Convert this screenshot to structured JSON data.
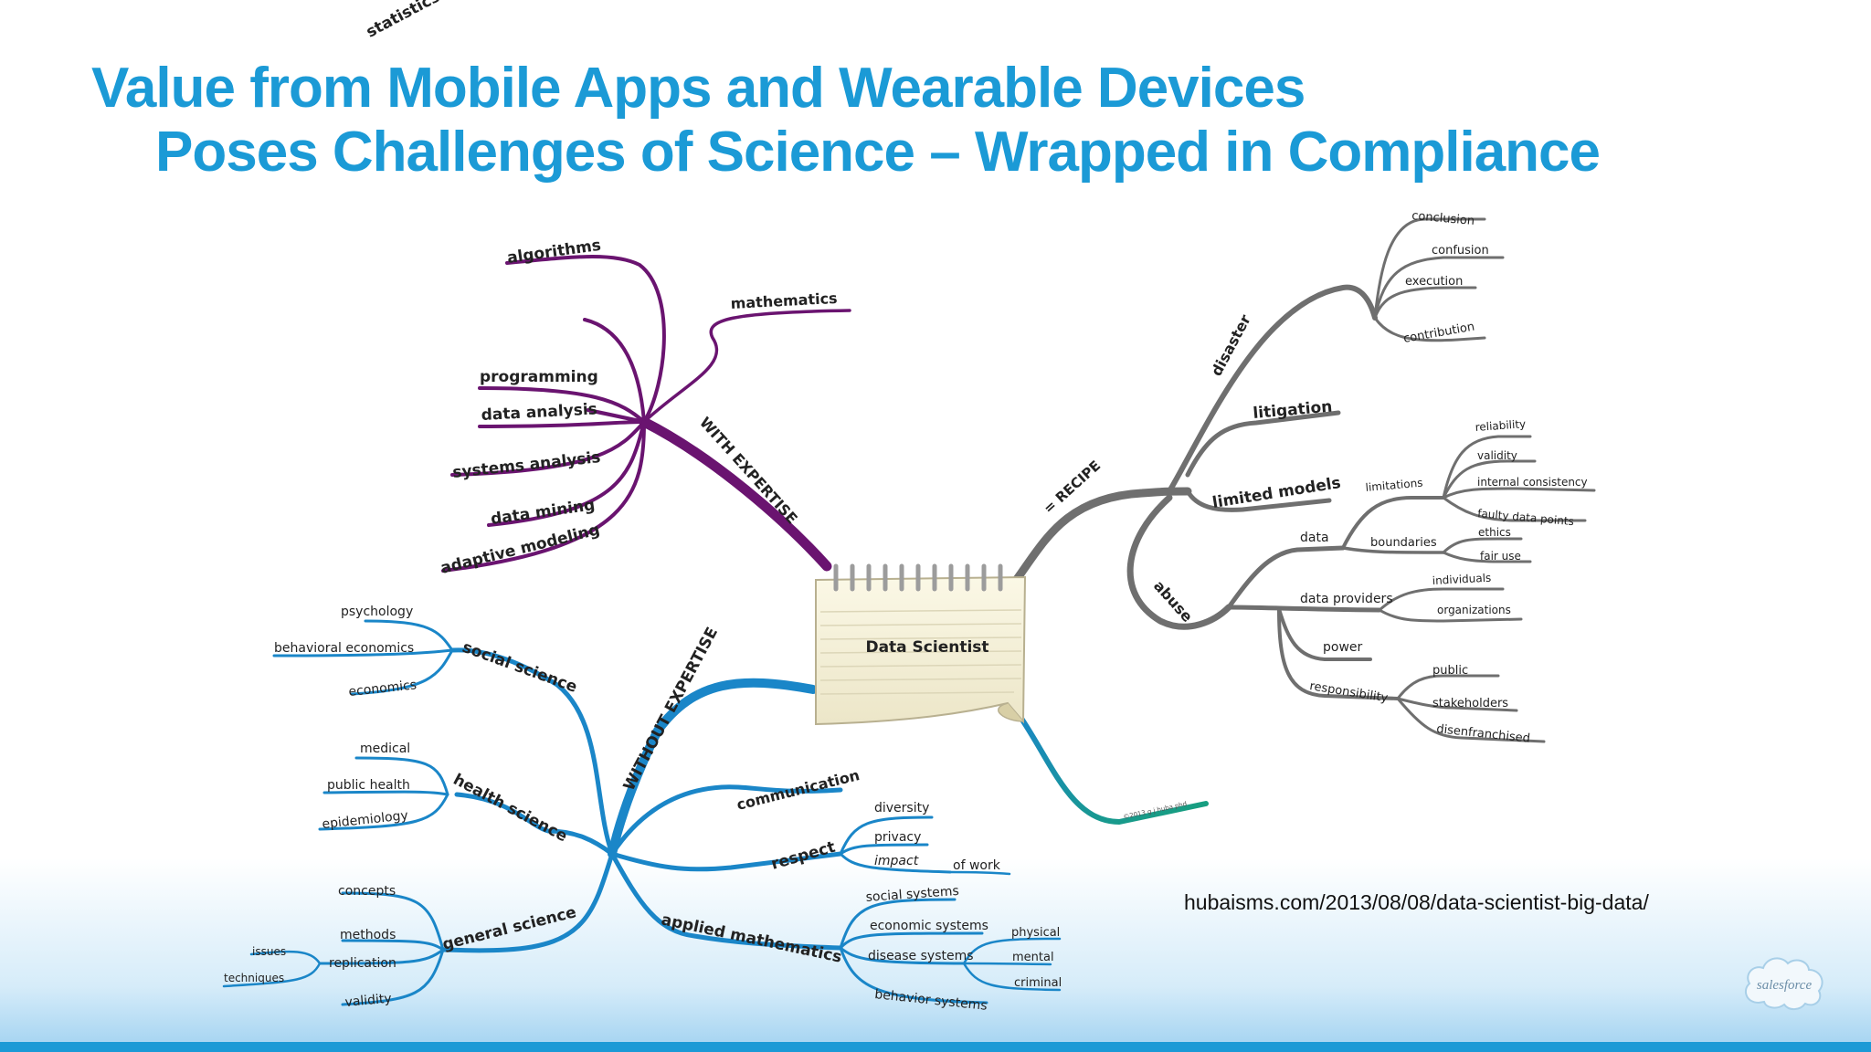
{
  "slide": {
    "title_line1": "Value from Mobile Apps and Wearable Devices",
    "title_line2": "Poses Challenges of Science – Wrapped in Compliance",
    "source": "hubaisms.com/2013/08/08/data-scientist-big-data/",
    "logo_text": "salesforce"
  },
  "mindmap": {
    "center": "Data Scientist",
    "copyright": "©2013 g j huba phd",
    "with_expertise": {
      "label": "WITH EXPERTISE",
      "items": [
        "algorithms",
        "statistics",
        "mathematics",
        "programming",
        "data analysis",
        "systems analysis",
        "data mining",
        "adaptive modeling"
      ]
    },
    "recipe": {
      "label": "= RECIPE",
      "disaster": {
        "label": "disaster",
        "items": [
          "conclusion",
          "confusion",
          "execution",
          "contribution"
        ]
      },
      "litigation": "litigation",
      "limited_models": "limited models",
      "abuse": {
        "label": "abuse",
        "data": {
          "label": "data",
          "limitations": {
            "label": "limitations",
            "items": [
              "reliability",
              "validity",
              "internal consistency",
              "faulty data points"
            ]
          },
          "boundaries": {
            "label": "boundaries",
            "items": [
              "ethics",
              "fair use"
            ]
          }
        },
        "data_providers": {
          "label": "data providers",
          "items": [
            "individuals",
            "organizations"
          ]
        },
        "power": "power",
        "responsibility": {
          "label": "responsibility",
          "items": [
            "public",
            "stakeholders",
            "disenfranchised"
          ]
        }
      }
    },
    "without_expertise": {
      "label": "WITHOUT EXPERTISE",
      "social_science": {
        "label": "social science",
        "items": [
          "psychology",
          "behavioral economics",
          "economics"
        ]
      },
      "health_science": {
        "label": "health science",
        "items": [
          "medical",
          "public health",
          "epidemiology"
        ]
      },
      "general_science": {
        "label": "general science",
        "items": [
          "concepts",
          "methods",
          "replication",
          "validity"
        ],
        "replication_items": [
          "issues",
          "techniques"
        ]
      },
      "communication": "communication",
      "respect": {
        "label": "respect",
        "items": [
          "diversity",
          "privacy",
          "impact",
          "of work"
        ]
      },
      "applied_mathematics": {
        "label": "applied mathematics",
        "items": [
          "social systems",
          "economic systems",
          "disease systems",
          "behavior systems"
        ],
        "disease_items": [
          "physical",
          "mental",
          "criminal"
        ]
      }
    }
  },
  "colors": {
    "title": "#1b9ad6",
    "with_expertise": "#6a1470",
    "recipe": "#6f6f6f",
    "without_expertise": "#1a86c8",
    "teal": "#17938a"
  }
}
